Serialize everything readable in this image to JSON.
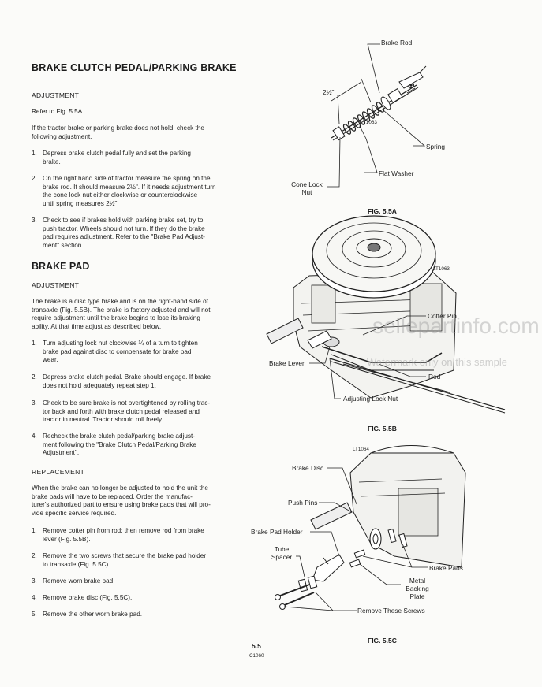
{
  "left": {
    "title": "BRAKE CLUTCH PEDAL/PARKING BRAKE",
    "adjustment1": "ADJUSTMENT",
    "refer": "Refer to Fig. 5.5A.",
    "intro": [
      "If the tractor brake or parking brake does not hold, check the",
      "following adjustment."
    ],
    "steps1": [
      {
        "n": "1.",
        "lines": [
          "Depress brake clutch pedal fully and set the parking",
          "brake."
        ]
      },
      {
        "n": "2.",
        "lines": [
          "On the right hand side of tractor measure the spring on the",
          "brake rod. It should measure 2½\". If it needs adjustment turn",
          "the cone lock nut either clockwise or counterclockwise",
          "until spring measures 2½\"."
        ]
      },
      {
        "n": "3.",
        "lines": [
          "Check to see if brakes hold with parking brake set, try to",
          "push tractor. Wheels should not turn. If they do the brake",
          "pad requires adjustment. Refer to the \"Brake Pad Adjust-",
          "ment\" section."
        ]
      }
    ],
    "title2": "BRAKE PAD",
    "adjustment2": "ADJUSTMENT",
    "para2": [
      "The brake is a disc type brake and is on the right-hand side of",
      "transaxle (Fig. 5.5B). The brake is factory adjusted and will not",
      "require adjustment until the brake begins to lose its braking",
      "ability. At that time adjust as described below."
    ],
    "steps2": [
      {
        "n": "1.",
        "lines": [
          "Turn adjusting lock nut clockwise ¼ of a turn to tighten",
          "brake pad against disc to compensate for brake pad",
          "wear."
        ]
      },
      {
        "n": "2.",
        "lines": [
          "Depress brake clutch pedal. Brake should engage. If brake",
          "does not hold adequately repeat step 1."
        ]
      },
      {
        "n": "3.",
        "lines": [
          "Check to be sure brake is not overtightened by rolling trac-",
          "tor back and forth with brake clutch pedal released and",
          "tractor in neutral. Tractor should roll freely."
        ]
      },
      {
        "n": "4.",
        "lines": [
          "Recheck the brake clutch pedal/parking brake adjust-",
          "ment following the \"Brake Clutch Pedal/Parking Brake",
          "Adjustment\"."
        ]
      }
    ],
    "replacement": "REPLACEMENT",
    "para3": [
      "When the brake can no longer be adjusted to hold the unit the",
      "brake pads will have to be replaced. Order the manufac-",
      "turer's authorized part to ensure using brake pads that will pro-",
      "vide specific service required."
    ],
    "steps3": [
      {
        "n": "1.",
        "lines": [
          "Remove cotter pin from rod; then remove rod from brake",
          "lever (Fig. 5.5B)."
        ]
      },
      {
        "n": "2.",
        "lines": [
          "Remove the two screws that secure the brake pad holder",
          "to transaxle (Fig. 5.5C)."
        ]
      },
      {
        "n": "3.",
        "lines": [
          "Remove worn brake pad."
        ]
      },
      {
        "n": "4.",
        "lines": [
          "Remove brake disc (Fig. 5.5C)."
        ]
      },
      {
        "n": "5.",
        "lines": [
          "Remove the other worn brake pad."
        ]
      }
    ]
  },
  "figA": {
    "brake_rod": "Brake Rod",
    "dim": "2½\"",
    "code": "LT1063",
    "spring": "Spring",
    "flat_washer": "Flat Washer",
    "cone_lock": [
      "Cone Lock",
      "Nut"
    ],
    "caption": "FIG. 5.5A"
  },
  "figB": {
    "code": "LT1063",
    "cotter_pin": "Cotter Pin",
    "brake_lever": "Brake Lever",
    "rod": "Rod",
    "adjusting_lock_nut": "Adjusting Lock Nut",
    "caption": "FIG. 5.5B"
  },
  "figC": {
    "code": "LT1064",
    "brake_disc": "Brake Disc",
    "push_pins": "Push Pins",
    "brake_pad_holder": "Brake Pad Holder",
    "tube_spacer": [
      "Tube",
      "Spacer"
    ],
    "brake_pads": "Brake Pads",
    "metal_backing": [
      "Metal",
      "Backing",
      "Plate"
    ],
    "remove_screws": "Remove These Screws",
    "caption": "FIG. 5.5C"
  },
  "footer": {
    "page": "5.5",
    "code": "C1060"
  },
  "watermark": {
    "site": "sellepartinfo.com",
    "note": "Watermark only on this sample"
  }
}
